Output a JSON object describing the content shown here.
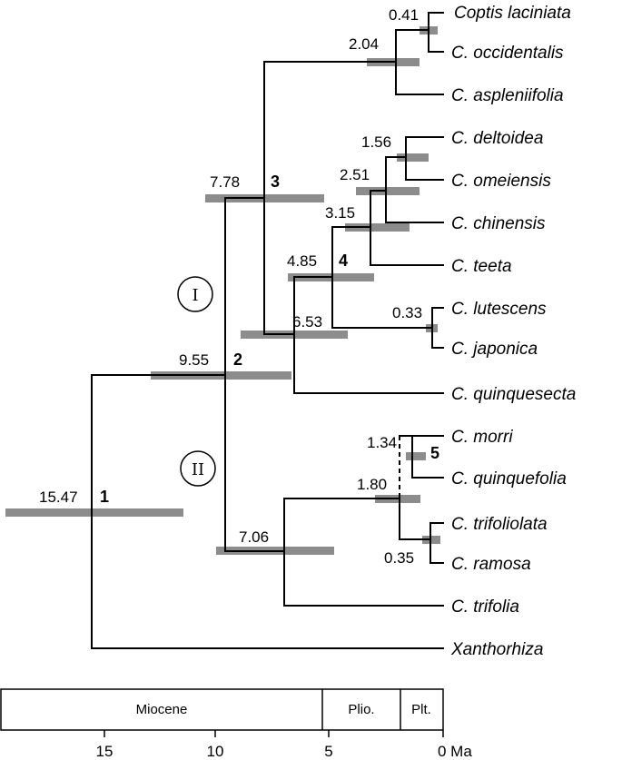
{
  "nodes": [
    {
      "id": "n1",
      "age": "15.47",
      "number": "1"
    },
    {
      "id": "n2",
      "age": "9.55",
      "number": "2"
    },
    {
      "id": "n3",
      "age": "7.78",
      "number": "3"
    },
    {
      "id": "n4",
      "age": "4.85",
      "number": "4"
    },
    {
      "id": "n5",
      "age": "1.34",
      "number": "5"
    },
    {
      "id": "coptis",
      "age": "2.04"
    },
    {
      "id": "lacin",
      "age": "0.41"
    },
    {
      "id": "delt",
      "age": "1.56"
    },
    {
      "id": "chin",
      "age": "2.51"
    },
    {
      "id": "teeta",
      "age": "3.15"
    },
    {
      "id": "lute",
      "age": "0.33"
    },
    {
      "id": "n6",
      "age": "6.53"
    },
    {
      "id": "n7",
      "age": "7.06"
    },
    {
      "id": "n8",
      "age": "1.80"
    },
    {
      "id": "trif",
      "age": "0.35"
    }
  ],
  "taxa": [
    "Coptis laciniata",
    "C. occidentalis",
    "C. aspleniifolia",
    "C. deltoidea",
    "C. omeiensis",
    "C. chinensis",
    "C. teeta",
    "C. lutescens",
    "C. japonica",
    "C. quinquesecta",
    "C. morri",
    "C. quinquefolia",
    "C. trifoliolata",
    "C. ramosa",
    "C. trifolia",
    "Xanthorhiza"
  ],
  "clades": [
    "I",
    "II"
  ],
  "timescale": {
    "epochs": [
      "Miocene",
      "Plio.",
      "Plt."
    ],
    "ticks": [
      "15",
      "10",
      "5",
      "0 Ma"
    ]
  }
}
